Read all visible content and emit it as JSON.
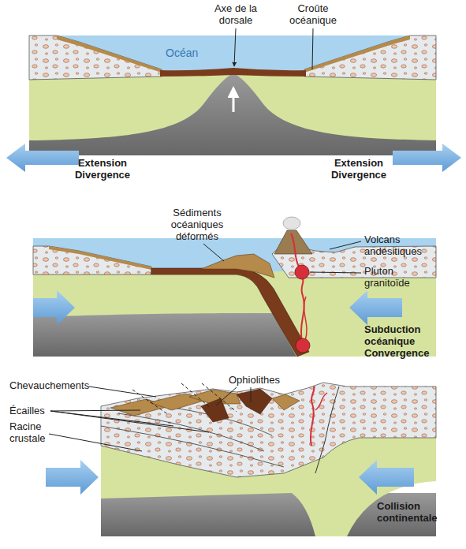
{
  "diagram": {
    "labels": [
      "Axe de la dorsale",
      "Croûte océanique",
      "Océan",
      "Extension Divergence",
      "Extension Divergence",
      "Sédiments océaniques déformés",
      "Volcans andésitiques",
      "Pluton granitoïde",
      "Subduction océanique Convergence",
      "Chevauchements",
      "Ophiolithes",
      "Écailles",
      "Racine crustale",
      "Collision continentale"
    ]
  }
}
